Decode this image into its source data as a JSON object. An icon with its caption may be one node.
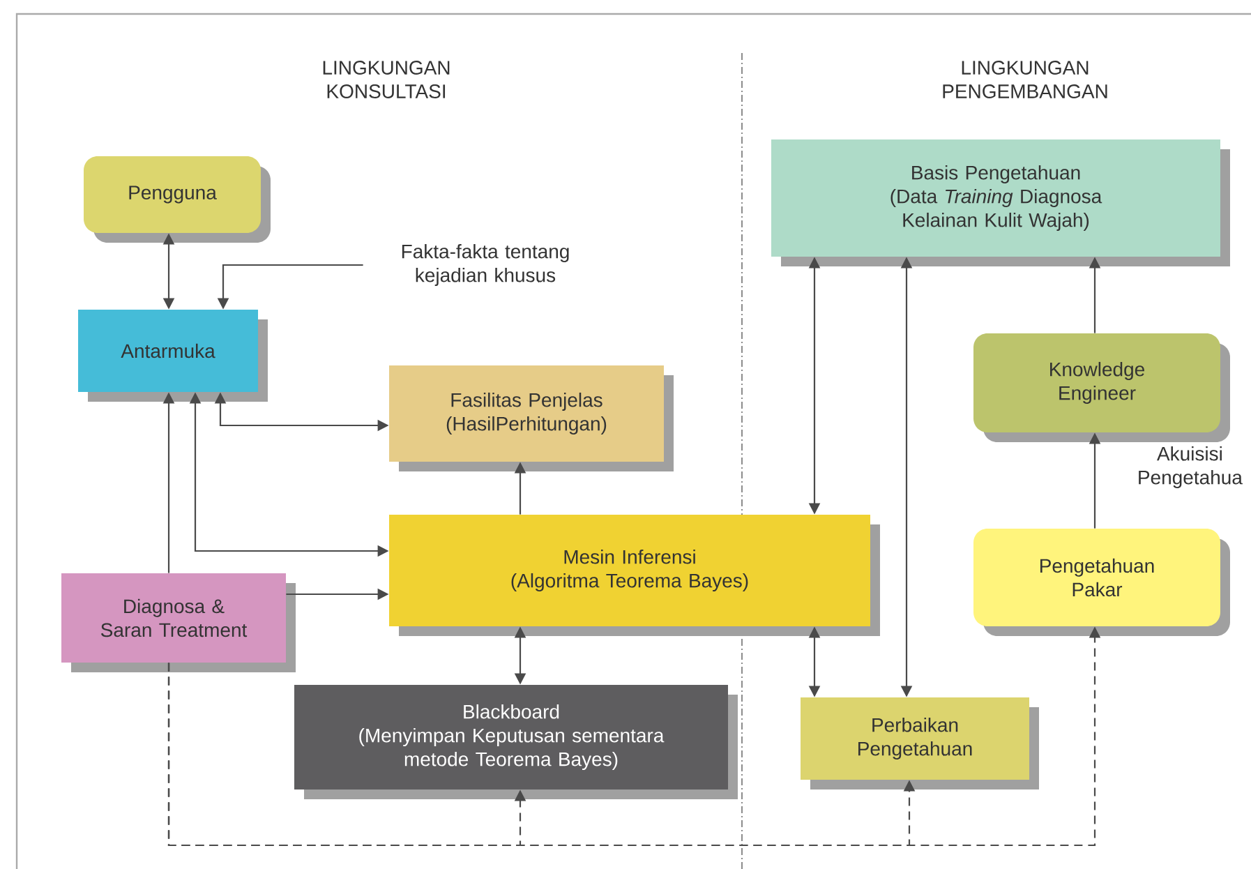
{
  "diagram": {
    "nodes": [
      {
        "text": [
          "Pengguna"
        ]
      },
      {
        "text": [
          "Antarmuka"
        ]
      },
      {
        "text": [
          "Fakta-fakta tentang kejadian khusus"
        ]
      },
      {
        "text": [
          "Fasilitas Penjelas",
          "(HasilPerhitungan)"
        ]
      },
      {
        "text": [
          "Mesin Inferensi",
          "(Algoritma Teorema Bayes)"
        ]
      },
      {
        "text": [
          "Diagnosa & Saran Treatment"
        ]
      },
      {
        "text": [
          "Blackboard",
          "(Menyimpan Keputusan sementara metode Teorema Bayes)"
        ]
      },
      {
        "text": [
          "Basis Pengetahuan",
          "(Data *Training* Diagnosa Kelainan Kulit Wajah)"
        ]
      },
      {
        "text": [
          "Knowledge Engineer"
        ]
      },
      {
        "text": [
          "Pengetahuan Pakar"
        ]
      },
      {
        "text": [
          "Perbaikan Pengetahuan"
        ]
      }
    ],
    "edges": [
      {
        "from": 0,
        "to": 1,
        "arrow": "both"
      },
      {
        "from": 2,
        "to": 1,
        "arrow": "to"
      },
      {
        "from": 1,
        "to": 3,
        "arrow": "both"
      },
      {
        "from": 1,
        "to": 4,
        "arrow": "both"
      },
      {
        "from": 5,
        "to": 1,
        "arrow": "to"
      },
      {
        "from": 5,
        "to": 4,
        "arrow": "to"
      },
      {
        "from": 4,
        "to": 3,
        "arrow": "to"
      },
      {
        "from": 4,
        "to": 6,
        "arrow": "both"
      },
      {
        "from": 7,
        "to": 4,
        "arrow": "both"
      },
      {
        "from": 7,
        "to": 10,
        "arrow": "both"
      },
      {
        "from": 4,
        "to": 10,
        "arrow": "both"
      },
      {
        "from": 8,
        "to": 7,
        "arrow": "to"
      },
      {
        "from": 9,
        "to": 8,
        "arrow": "to",
        "label": "Akuisisi Pengetahua"
      },
      {
        "from": 5,
        "to": 6,
        "arrow": "to",
        "style": "dashed"
      },
      {
        "from": 5,
        "to": 10,
        "arrow": "to",
        "style": "dashed"
      },
      {
        "from": 5,
        "to": 9,
        "arrow": "to",
        "style": "dashed"
      }
    ],
    "labels": [
      "LINGKUNGAN KONSULTASI",
      "LINGKUNGAN PENGEMBANGAN"
    ]
  }
}
